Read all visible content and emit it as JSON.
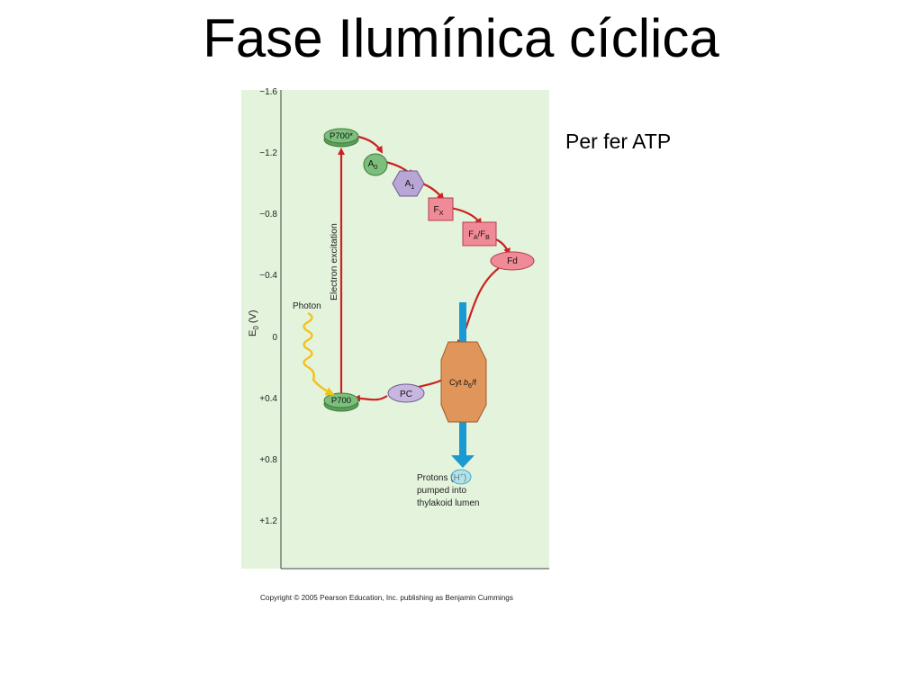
{
  "slide": {
    "title": "Fase Ilumínica cíclica",
    "side_note": "Per fer ATP"
  },
  "figure": {
    "y_axis": {
      "label_main": "E",
      "label_sub": "0",
      "label_unit": " (V)",
      "ticks": [
        "−1.6",
        "−1.2",
        "−0.8",
        "−0.4",
        "0",
        "+0.4",
        "+0.8",
        "+1.2"
      ]
    },
    "carriers": {
      "p700_star": "P700*",
      "a0_main": "A",
      "a0_sub": "0",
      "a1_main": "A",
      "a1_sub": "1",
      "fx_main": "F",
      "fx_sub": "X",
      "fafb_f1": "F",
      "fafb_a": "A",
      "fafb_slash": "/F",
      "fafb_b": "B",
      "fd": "Fd",
      "cyt_prefix": "Cyt ",
      "cyt_b": "b",
      "cyt_sub": "6",
      "cyt_suffix": "/f",
      "pc": "PC",
      "p700": "P700"
    },
    "labels": {
      "electron_excitation": "Electron excitation",
      "photon": "Photon",
      "protons_prefix": "Protons (",
      "protons_h": "H",
      "protons_plus": "+",
      "protons_suffix": ")",
      "protons_line2": "pumped into",
      "protons_line3": "thylakoid lumen"
    },
    "copyright": "Copyright © 2005 Pearson Education, Inc. publishing as Benjamin Cummings",
    "colors": {
      "panel_bg": "#e4f3dc",
      "electron_path": "#cc2222",
      "chlorophyll_green": "#7cbf7c",
      "a1_purple": "#b7a6d6",
      "iron_sulfur_pink": "#f08a96",
      "cytochrome_orange": "#e0955a",
      "pc_purple": "#c8b6e0",
      "proton_arrow_blue": "#1a9ad0",
      "photon_yellow": "#f2c21a"
    }
  }
}
